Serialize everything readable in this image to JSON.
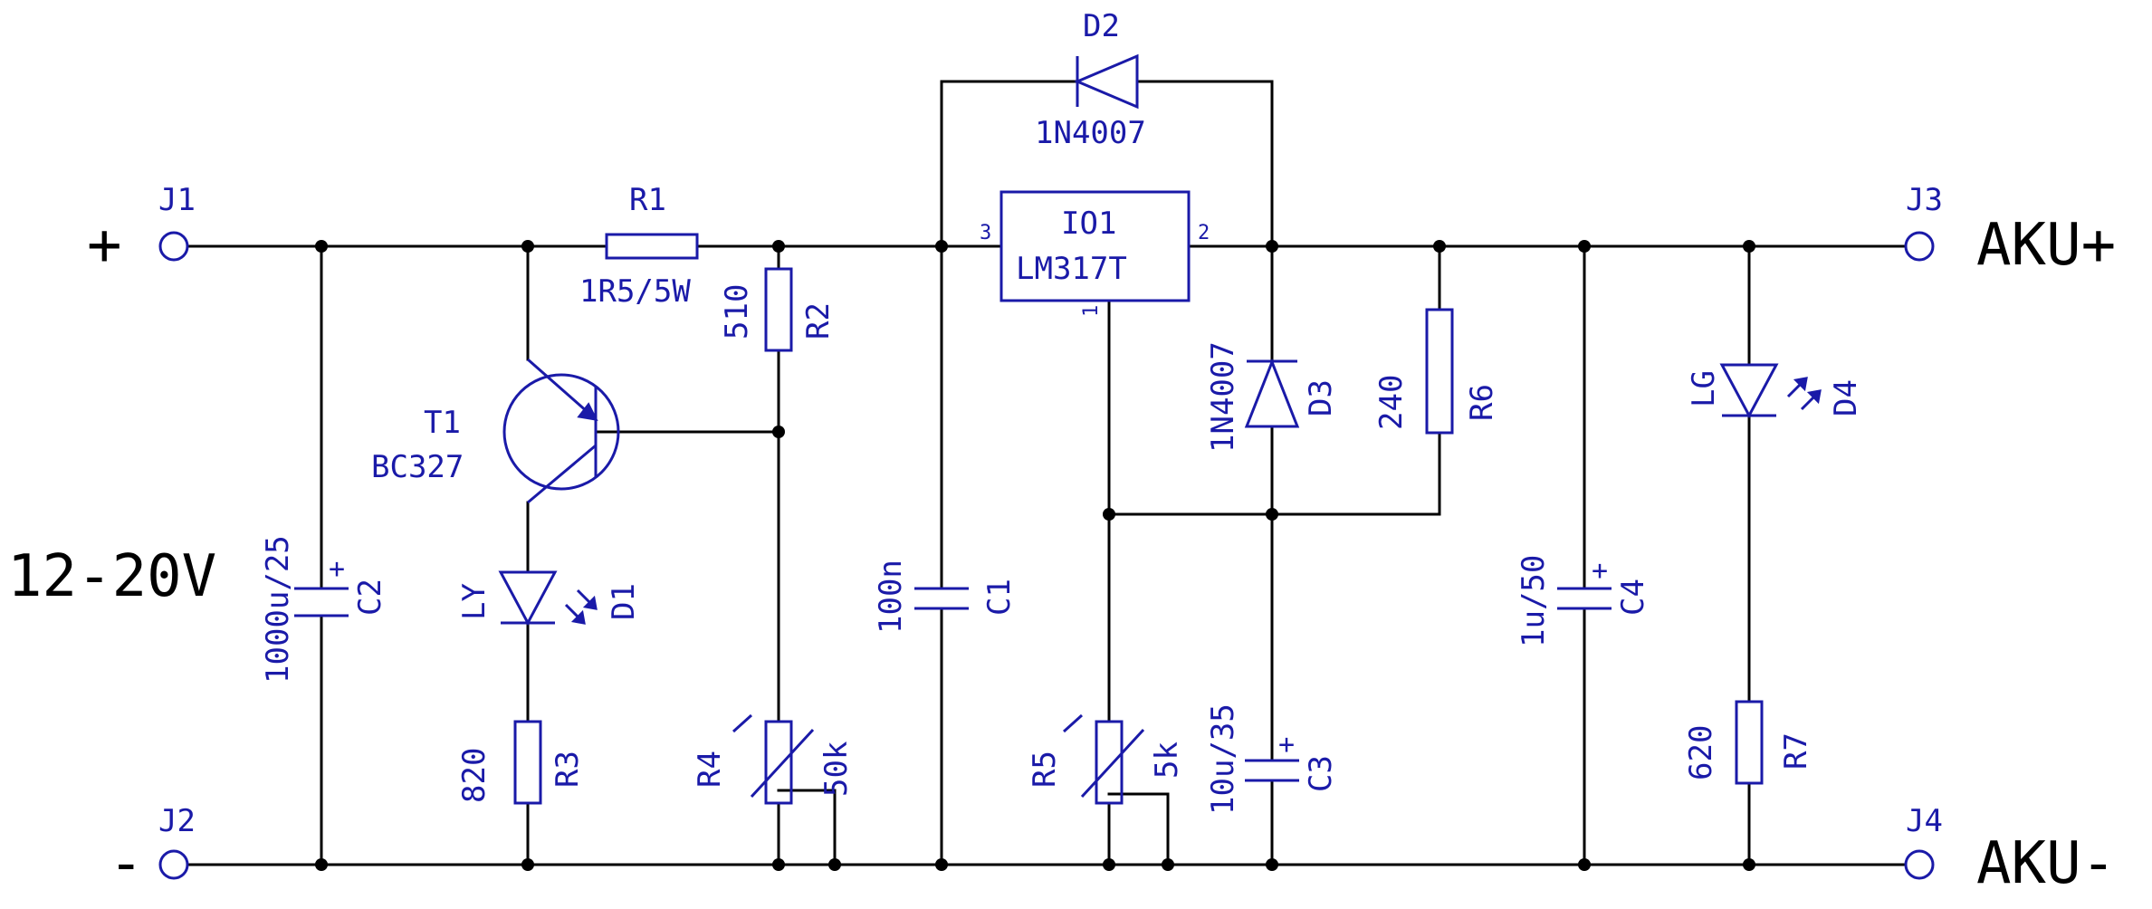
{
  "diagram": {
    "supply_label": "12-20V",
    "plus_sign": "+",
    "minus_sign": "-",
    "out_plus": "AKU+",
    "out_minus": "AKU-",
    "connectors": {
      "j1": "J1",
      "j2": "J2",
      "j3": "J3",
      "j4": "J4"
    },
    "r1": {
      "ref": "R1",
      "value": "1R5/5W"
    },
    "r2": {
      "ref": "R2",
      "value": "510"
    },
    "r3": {
      "ref": "R3",
      "value": "820"
    },
    "r4": {
      "ref": "R4",
      "value": "50k"
    },
    "r5": {
      "ref": "R5",
      "value": "5k"
    },
    "r6": {
      "ref": "R6",
      "value": "240"
    },
    "r7": {
      "ref": "R7",
      "value": "620"
    },
    "c1": {
      "ref": "C1",
      "value": "100n"
    },
    "c2": {
      "ref": "C2",
      "value": "1000u/25"
    },
    "c3": {
      "ref": "C3",
      "value": "10u/35"
    },
    "c4": {
      "ref": "C4",
      "value": "1u/50"
    },
    "d1": {
      "ref": "D1",
      "value": "LY"
    },
    "d2": {
      "ref": "D2",
      "value": "1N4007"
    },
    "d3": {
      "ref": "D3",
      "value": "1N4007"
    },
    "d4": {
      "ref": "D4",
      "value": "LG"
    },
    "t1": {
      "ref": "T1",
      "value": "BC327"
    },
    "io1": {
      "ref": "IO1",
      "value": "LM317T",
      "pin_in": "3",
      "pin_out": "2",
      "pin_adj": "1"
    },
    "cap_plus": "+"
  }
}
